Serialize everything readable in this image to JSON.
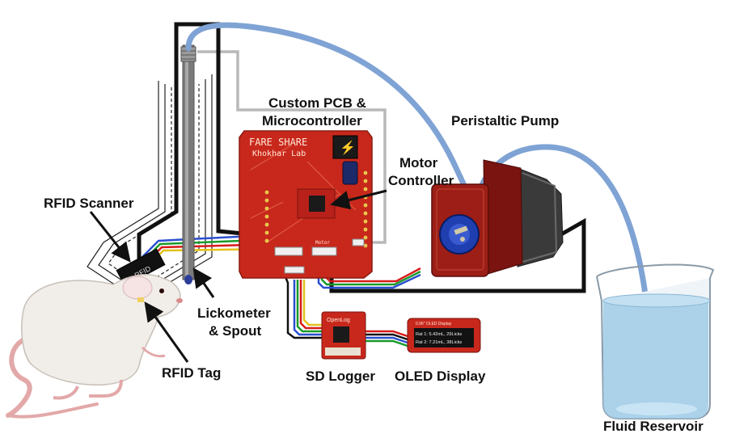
{
  "labels": {
    "custom_pcb_line1": "Custom PCB &",
    "custom_pcb_line2": "Microcontroller",
    "peristaltic_pump": "Peristaltic Pump",
    "motor_line1": "Motor",
    "motor_line2": "Controller",
    "rfid_scanner": "RFID Scanner",
    "lickometer_line1": "Lickometer",
    "lickometer_line2": "& Spout",
    "rfid_tag": "RFID Tag",
    "sd_logger": "SD Logger",
    "oled_display": "OLED Display",
    "fluid_reservoir": "Fluid Reservoir"
  },
  "pcb": {
    "title": "FARE SHARE",
    "subtitle": "Khokhar Lab",
    "motor_header": "Motor"
  },
  "rfid_module": {
    "text": "RFID"
  },
  "sd_board": {
    "text": "OpenLog"
  },
  "oled": {
    "header": "0.96\" OLED Display",
    "line1": "Rat 1: 5.42mL, 29Licks",
    "line2": "Rat 2: 7.21mL, 38Licks"
  },
  "colors": {
    "pcb_red": "#c8281c",
    "tube_blue": "#7fa3d4",
    "wire_black": "#111111",
    "wire_gray": "#b8b8b8",
    "motor_red": "#9c1e16",
    "water": "#9fcbe6"
  }
}
